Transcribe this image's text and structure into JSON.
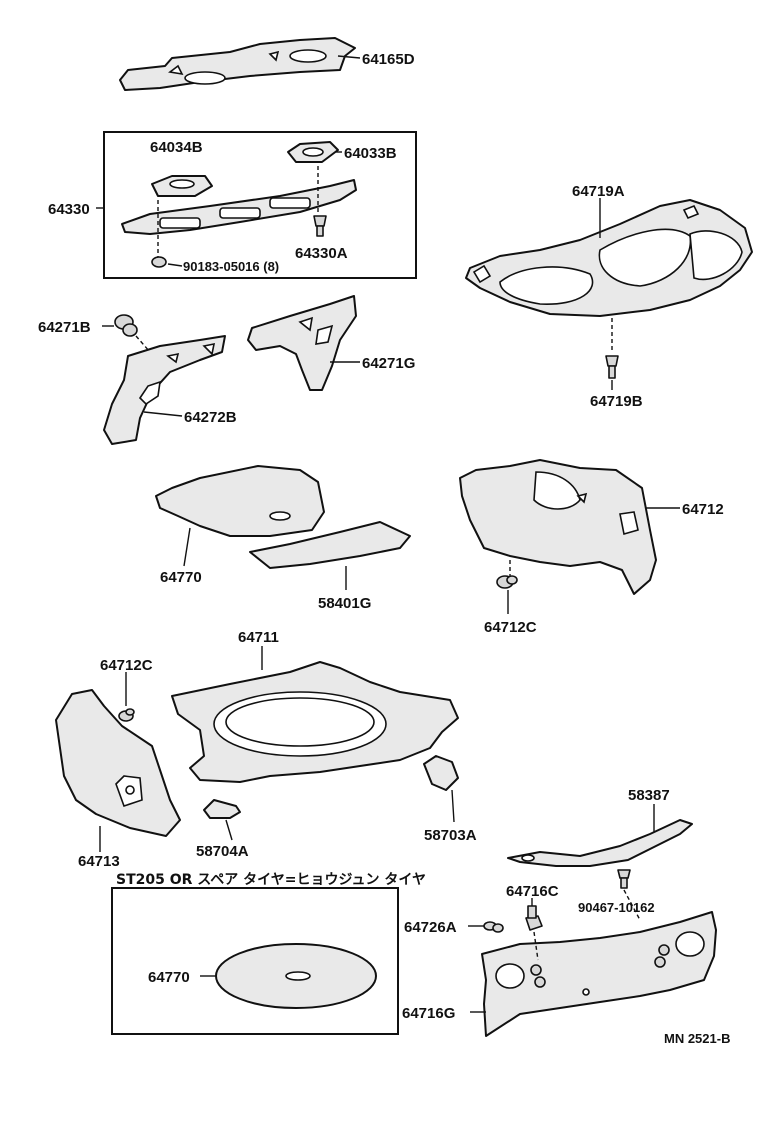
{
  "labels": {
    "p64165D": "64165D",
    "p64034B": "64034B",
    "p64033B": "64033B",
    "p64330": "64330",
    "p64330A": "64330A",
    "p90183": "90183-05016 (8)",
    "p64719A": "64719A",
    "p64719B": "64719B",
    "p64271B": "64271B",
    "p64271G": "64271G",
    "p64272B": "64272B",
    "p64770_mat": "64770",
    "p58401G": "58401G",
    "p64712": "64712",
    "p64712C_right": "64712C",
    "p64711": "64711",
    "p64712C_left": "64712C",
    "p64713": "64713",
    "p58704A": "58704A",
    "p58703A": "58703A",
    "p58387": "58387",
    "p64716C": "64716C",
    "p90467": "90467-10162",
    "p64726A": "64726A",
    "p64770_disc": "64770",
    "p64716G": "64716G"
  },
  "note": "ST205 OR スペア タイヤ=ヒョウジュン タイヤ",
  "diagram_code": "MN 2521-B"
}
